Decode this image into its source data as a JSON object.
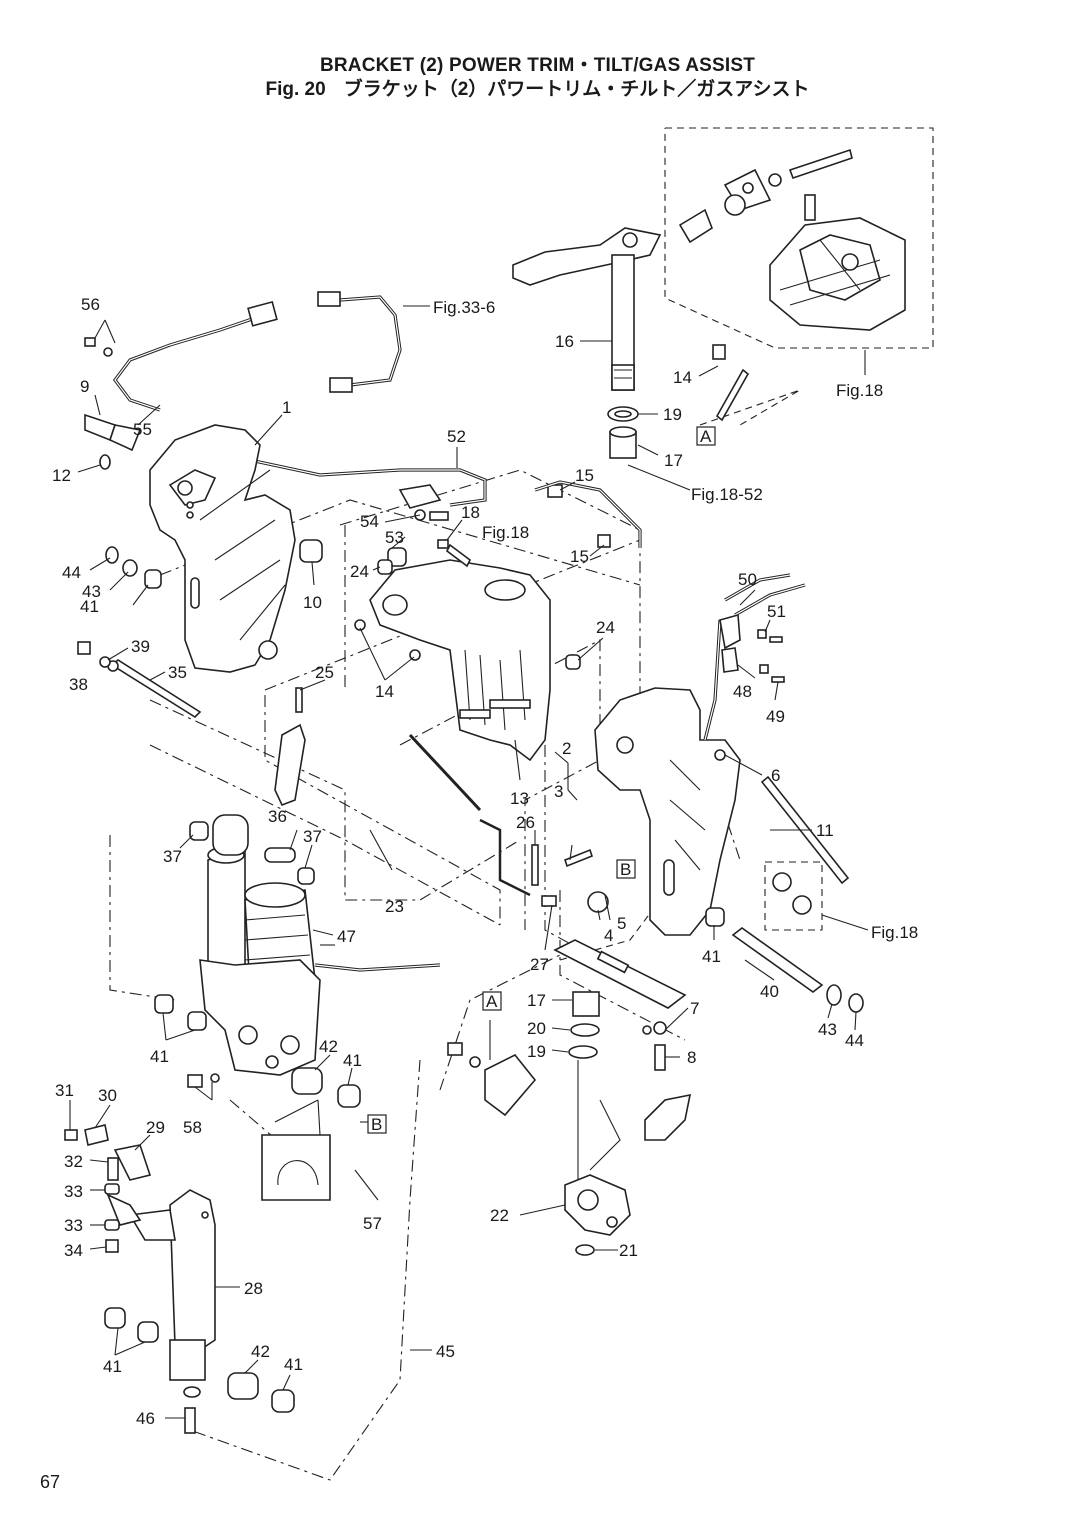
{
  "title": {
    "line1": "BRACKET (2) POWER TRIM・TILT/GAS ASSIST",
    "fig_number": "Fig. 20",
    "line2_jp": "ブラケット（2）パワートリム・チルト／ガスアシスト"
  },
  "page_number": "67",
  "references": {
    "fig33_6": "Fig.33-6",
    "fig18_top": "Fig.18",
    "fig18_52": "Fig.18-52",
    "fig18_mid": "Fig.18",
    "fig18_right": "Fig.18"
  },
  "markers": {
    "A": "A",
    "B": "B"
  },
  "part_labels": {
    "p1": "1",
    "p2": "2",
    "p3": "3",
    "p4": "4",
    "p5": "5",
    "p6": "6",
    "p7": "7",
    "p8": "8",
    "p9": "9",
    "p10": "10",
    "p11": "11",
    "p12": "12",
    "p13": "13",
    "p14a": "14",
    "p14b": "14",
    "p15a": "15",
    "p15b": "15",
    "p16": "16",
    "p17a": "17",
    "p17b": "17",
    "p18": "18",
    "p19a": "19",
    "p19b": "19",
    "p20": "20",
    "p21": "21",
    "p22": "22",
    "p23": "23",
    "p24a": "24",
    "p24b": "24",
    "p25": "25",
    "p26": "26",
    "p27": "27",
    "p28": "28",
    "p29": "29",
    "p30": "30",
    "p31": "31",
    "p32": "32",
    "p33a": "33",
    "p33b": "33",
    "p34": "34",
    "p35": "35",
    "p36": "36",
    "p37a": "37",
    "p37b": "37",
    "p38": "38",
    "p39": "39",
    "p40": "40",
    "p41a": "41",
    "p41b": "41",
    "p41c": "41",
    "p41d": "41",
    "p41e": "41",
    "p41f": "41",
    "p42a": "42",
    "p42b": "42",
    "p43a": "43",
    "p43b": "43",
    "p44a": "44",
    "p44b": "44",
    "p45": "45",
    "p46": "46",
    "p47": "47",
    "p48": "48",
    "p49": "49",
    "p50": "50",
    "p51": "51",
    "p52": "52",
    "p53": "53",
    "p54": "54",
    "p55": "55",
    "p56": "56",
    "p57": "57",
    "p58": "58"
  }
}
